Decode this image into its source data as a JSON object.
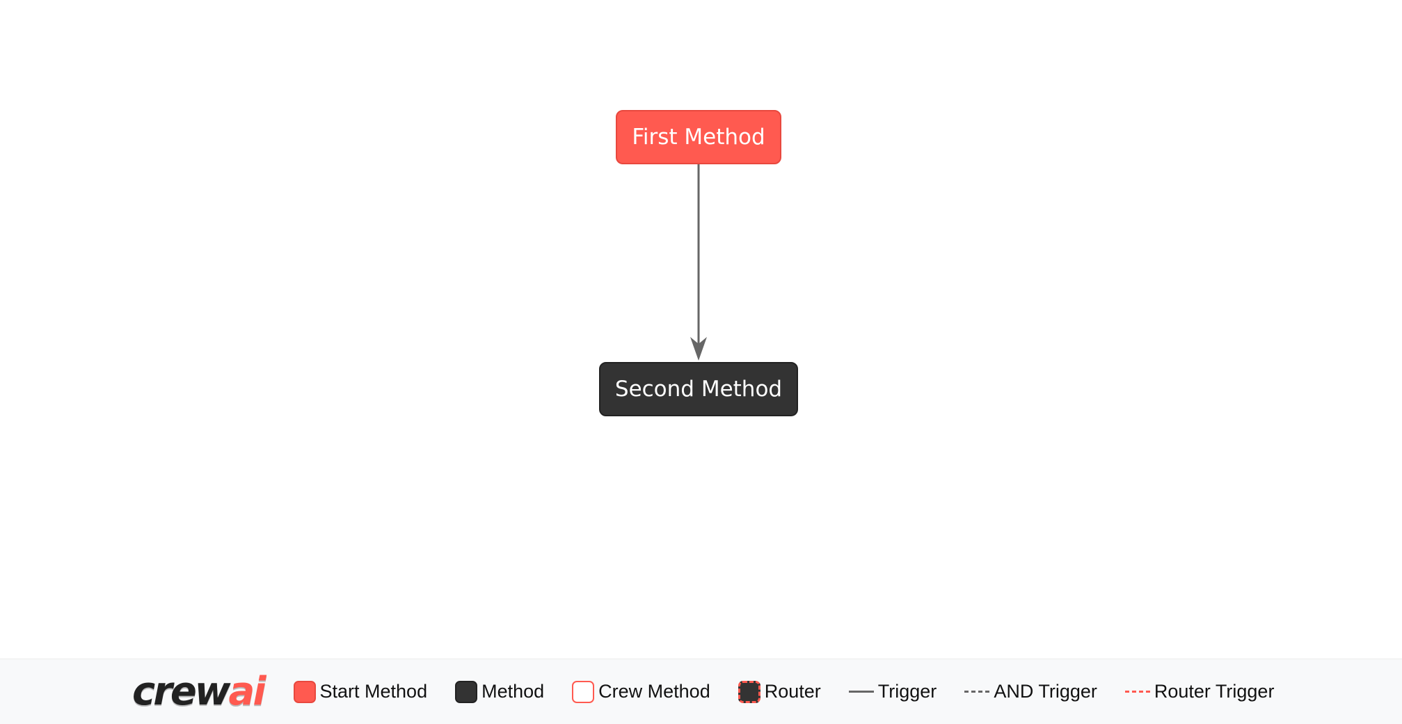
{
  "canvas": {
    "nodes": [
      {
        "id": "first_method",
        "label": "First Method",
        "type": "start"
      },
      {
        "id": "second_method",
        "label": "Second Method",
        "type": "method"
      }
    ],
    "edges": [
      {
        "from": "first_method",
        "to": "second_method",
        "type": "trigger"
      }
    ]
  },
  "legend": {
    "logo": {
      "part1": "crew",
      "part2": "ai"
    },
    "items": [
      {
        "label": "Start Method",
        "swatch": "start-node"
      },
      {
        "label": "Method",
        "swatch": "method-node"
      },
      {
        "label": "Crew Method",
        "swatch": "crew-node"
      },
      {
        "label": "Router",
        "swatch": "router-node"
      },
      {
        "label": "Trigger",
        "swatch": "trigger-line"
      },
      {
        "label": "AND Trigger",
        "swatch": "and-trigger-line"
      },
      {
        "label": "Router Trigger",
        "swatch": "router-trigger-line"
      }
    ]
  },
  "colors": {
    "start_node": "#ff5a50",
    "method_node": "#333333",
    "edge": "#666666",
    "router_border": "#ff5a50",
    "footer_bg": "#f8f9fa"
  }
}
